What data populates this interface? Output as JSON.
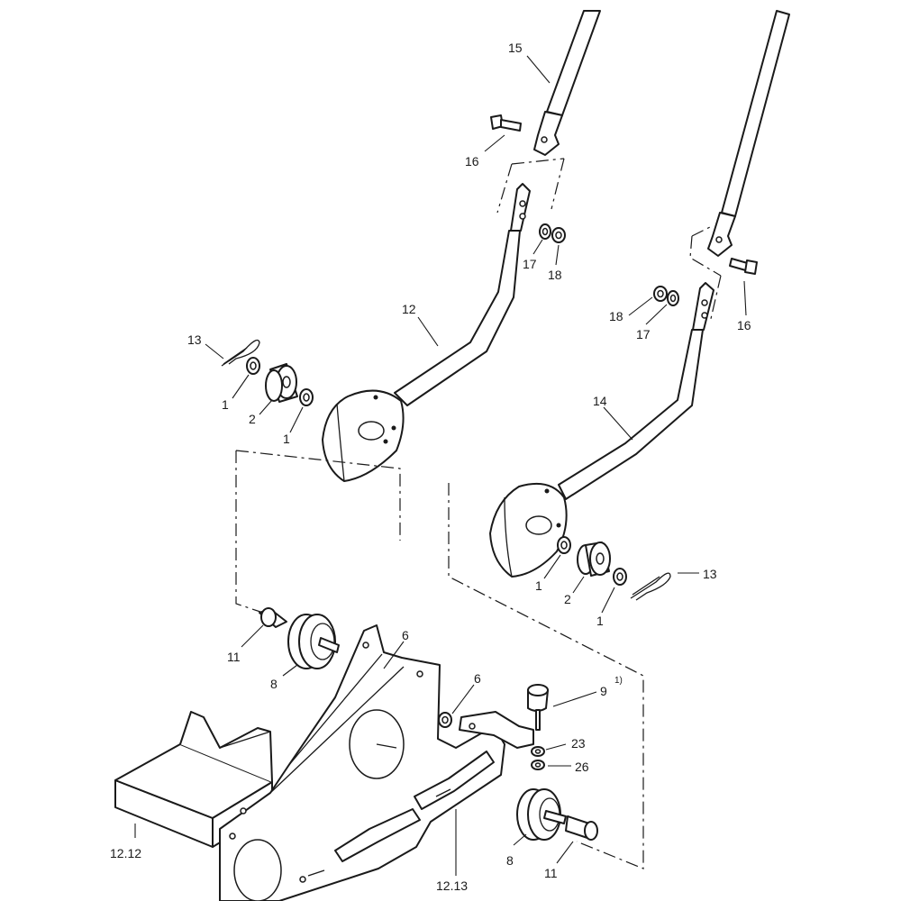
{
  "labels": {
    "l15": "15",
    "l16a": "16",
    "l17a": "17",
    "l18a": "18",
    "l12": "12",
    "l13a": "13",
    "l1a": "1",
    "l2a": "2",
    "l1b": "1",
    "l18b": "18",
    "l17b": "17",
    "l16b": "16",
    "l14": "14",
    "l1c": "1",
    "l2b": "2",
    "l1d": "1",
    "l13b": "13",
    "l11a": "11",
    "l8a": "8",
    "l6a": "6",
    "l6b": "6",
    "l9": "9",
    "l9note": "1)",
    "l23": "23",
    "l26": "26",
    "l8b": "8",
    "l11b": "11",
    "l1212": "12.12",
    "l1213": "12.13"
  }
}
